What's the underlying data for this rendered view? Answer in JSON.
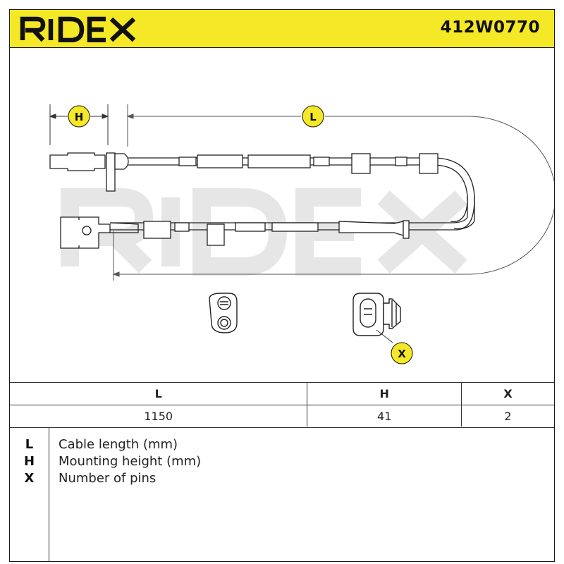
{
  "header": {
    "brand": "RIDEX",
    "part_number": "412W0770",
    "accent_color": "#f5e826"
  },
  "drawing": {
    "callouts": [
      "H",
      "L",
      "X"
    ],
    "watermark": "RIDEX",
    "icons": [
      "wheel-speed-sensor-cable",
      "sensor-head-end-view",
      "connector-end-view"
    ]
  },
  "table": {
    "headers": [
      "L",
      "H",
      "X"
    ],
    "values": [
      "1150",
      "41",
      "2"
    ]
  },
  "legend": [
    {
      "key": "L",
      "text": "Cable length (mm)"
    },
    {
      "key": "H",
      "text": "Mounting height (mm)"
    },
    {
      "key": "X",
      "text": "Number of pins"
    }
  ]
}
